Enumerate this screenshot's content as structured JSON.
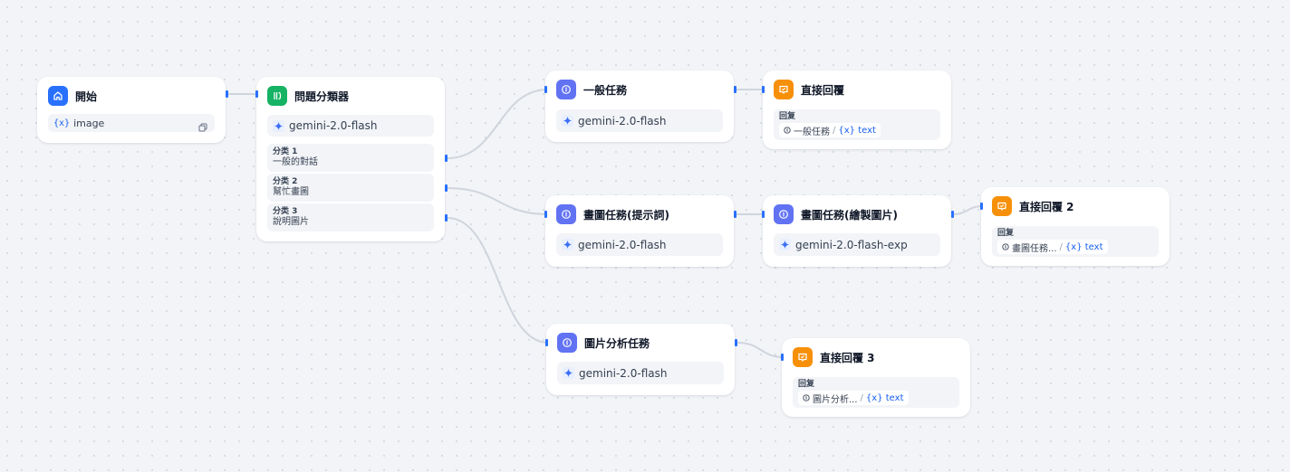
{
  "start": {
    "title": "開始",
    "variable": "image",
    "var_prefix": "{x}"
  },
  "classifier": {
    "title": "問題分類器",
    "model": "gemini-2.0-flash",
    "classes": [
      {
        "label": "分类 1",
        "text": "一般的對話"
      },
      {
        "label": "分类 2",
        "text": "幫忙畫圖"
      },
      {
        "label": "分类 3",
        "text": "說明圖片"
      }
    ]
  },
  "llm_general": {
    "title": "一般任務",
    "model": "gemini-2.0-flash"
  },
  "answer_general": {
    "title": "直接回覆",
    "reply_label": "回复",
    "source": "一般任務",
    "var": "text",
    "var_prefix": "{x}"
  },
  "llm_prompt": {
    "title": "畫圖任務(提示詞)",
    "model": "gemini-2.0-flash"
  },
  "llm_draw": {
    "title": "畫圖任務(繪製圖片)",
    "model": "gemini-2.0-flash-exp"
  },
  "answer_draw": {
    "title": "直接回覆 2",
    "reply_label": "回复",
    "source": "畫圖任務...",
    "var": "text",
    "var_prefix": "{x}"
  },
  "llm_image": {
    "title": "圖片分析任務",
    "model": "gemini-2.0-flash"
  },
  "answer_image": {
    "title": "直接回覆 3",
    "reply_label": "回复",
    "source": "圖片分析...",
    "var": "text",
    "var_prefix": "{x}"
  },
  "colors": {
    "start": "#2970ff",
    "classifier": "#16b364",
    "llm": "#6172f3",
    "answer": "#f79009",
    "edge": "#d0d5dd",
    "handle": "#2970ff"
  }
}
